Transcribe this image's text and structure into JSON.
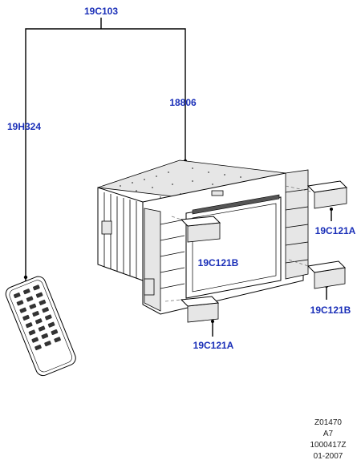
{
  "labels": {
    "top": "19C103",
    "unit": "18806",
    "remote": "19H324",
    "clip_right_top": "19C121A",
    "clip_center": "19C121B",
    "clip_right_bottom": "19C121B",
    "clip_bottom": "19C121A"
  },
  "reference": {
    "line1": "Z01470",
    "line2": "A7",
    "line3": "1000417Z",
    "line4": "01-2007"
  },
  "colors": {
    "label": "#1a2fb8",
    "line": "#000000"
  }
}
